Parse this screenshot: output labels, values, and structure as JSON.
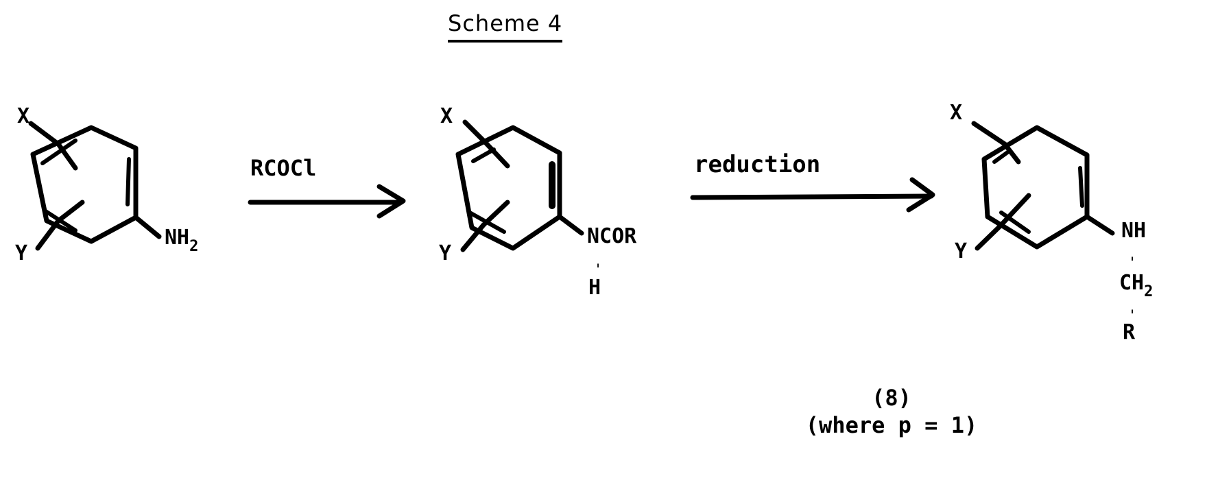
{
  "title": "Scheme 4",
  "reactant": {
    "substituent_top": "X",
    "substituent_bottom": "Y",
    "group": "NH",
    "group_subscript": "2"
  },
  "step1": {
    "reagent": "RCOCl"
  },
  "intermediate": {
    "substituent_top": "X",
    "substituent_bottom": "Y",
    "group": "NCOR",
    "group_below": "H"
  },
  "step2": {
    "reagent": "reduction"
  },
  "product": {
    "substituent_top": "X",
    "substituent_bottom": "Y",
    "group": "NH",
    "chain_1": "CH",
    "chain_1_subscript": "2",
    "chain_2": "R",
    "compound_number": "(8)",
    "condition": "(where p = 1)"
  },
  "colors": {
    "ink": "#000000",
    "background": "#ffffff"
  }
}
